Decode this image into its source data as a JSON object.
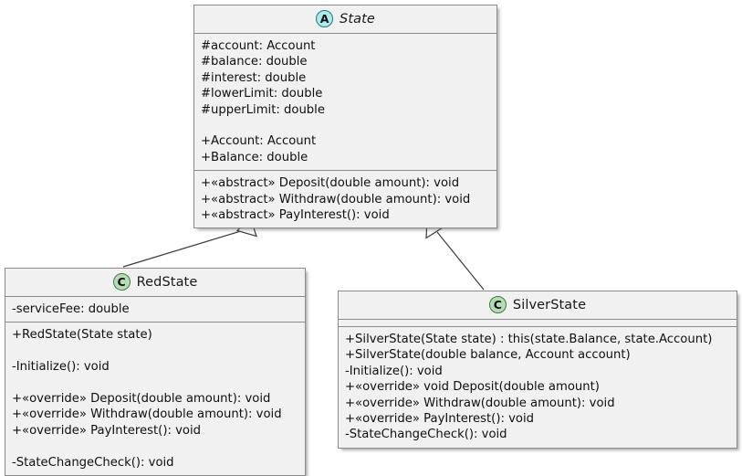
{
  "diagram": {
    "kind": "uml-class-diagram",
    "background_color": "#ffffff",
    "box_fill_color": "#f1f1f1",
    "box_border_color": "#8a8a8a",
    "abstract_badge_color": "#adeaea",
    "class_badge_color": "#b6dbb6"
  },
  "classes": {
    "state": {
      "name": "State",
      "badge_letter": "A",
      "badge_kind": "abstract-class-icon",
      "attributes": [
        "#account: Account",
        "#balance: double",
        "#interest: double",
        "#lowerLimit: double",
        "#upperLimit: double",
        "",
        "+Account: Account",
        "+Balance: double"
      ],
      "methods": [
        "+«abstract» Deposit(double amount): void",
        "+«abstract» Withdraw(double amount): void",
        "+«abstract» PayInterest(): void"
      ]
    },
    "redstate": {
      "name": "RedState",
      "badge_letter": "C",
      "badge_kind": "class-icon",
      "attributes": [
        "-serviceFee: double"
      ],
      "methods": [
        "+RedState(State state)",
        "",
        "-Initialize(): void",
        "",
        "+«override» Deposit(double amount): void",
        "+«override» Withdraw(double amount): void",
        "+«override» PayInterest(): void",
        "",
        "-StateChangeCheck(): void"
      ]
    },
    "silverstate": {
      "name": "SilverState",
      "badge_letter": "C",
      "badge_kind": "class-icon",
      "attributes": [],
      "methods": [
        "+SilverState(State state) : this(state.Balance, state.Account)",
        "+SilverState(double balance, Account account)",
        "-Initialize(): void",
        "+«override» void Deposit(double amount)",
        "+«override» Withdraw(double amount): void",
        "+«override» PayInterest(): void",
        "-StateChangeCheck(): void"
      ]
    }
  },
  "relationships": [
    {
      "type": "generalization",
      "from": "RedState",
      "to": "State",
      "arrowhead": "hollow-triangle"
    },
    {
      "type": "generalization",
      "from": "SilverState",
      "to": "State",
      "arrowhead": "hollow-triangle"
    }
  ]
}
